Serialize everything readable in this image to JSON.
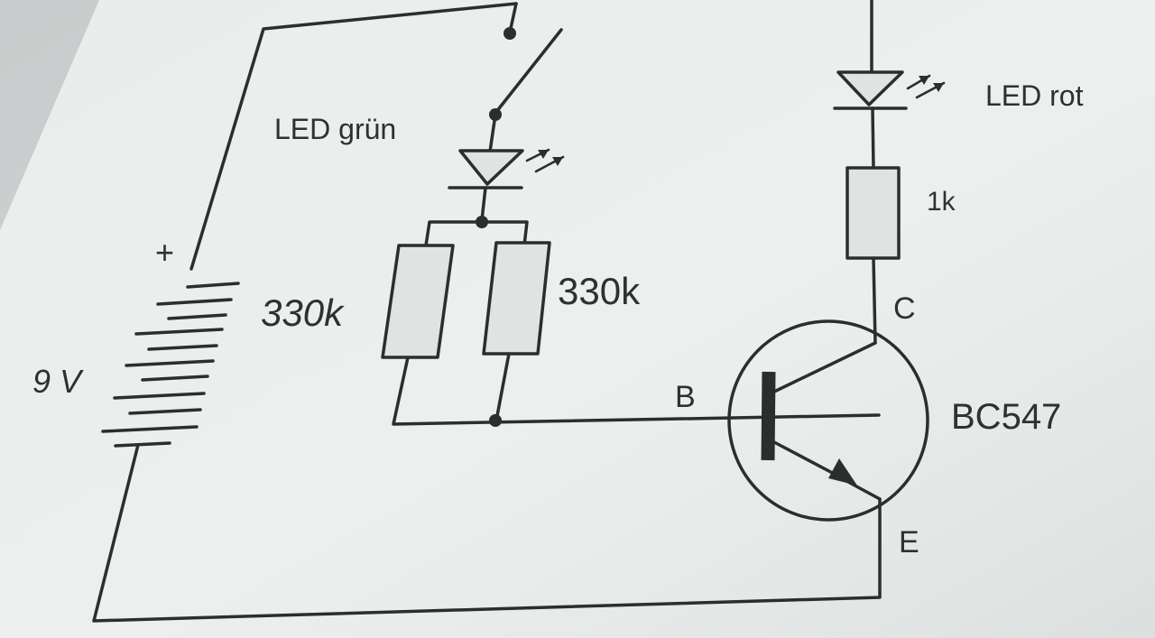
{
  "labels": {
    "led_green": "LED grün",
    "led_red": "LED rot",
    "resistor_left": "330k",
    "resistor_right": "330k",
    "resistor_collector": "1k",
    "battery_plus": "+",
    "battery_voltage": "9 V",
    "pin_collector": "C",
    "pin_base": "B",
    "pin_emitter": "E",
    "transistor": "BC547"
  },
  "colors": {
    "paper": "#e9eceb",
    "ink": "#2b2d2e"
  }
}
